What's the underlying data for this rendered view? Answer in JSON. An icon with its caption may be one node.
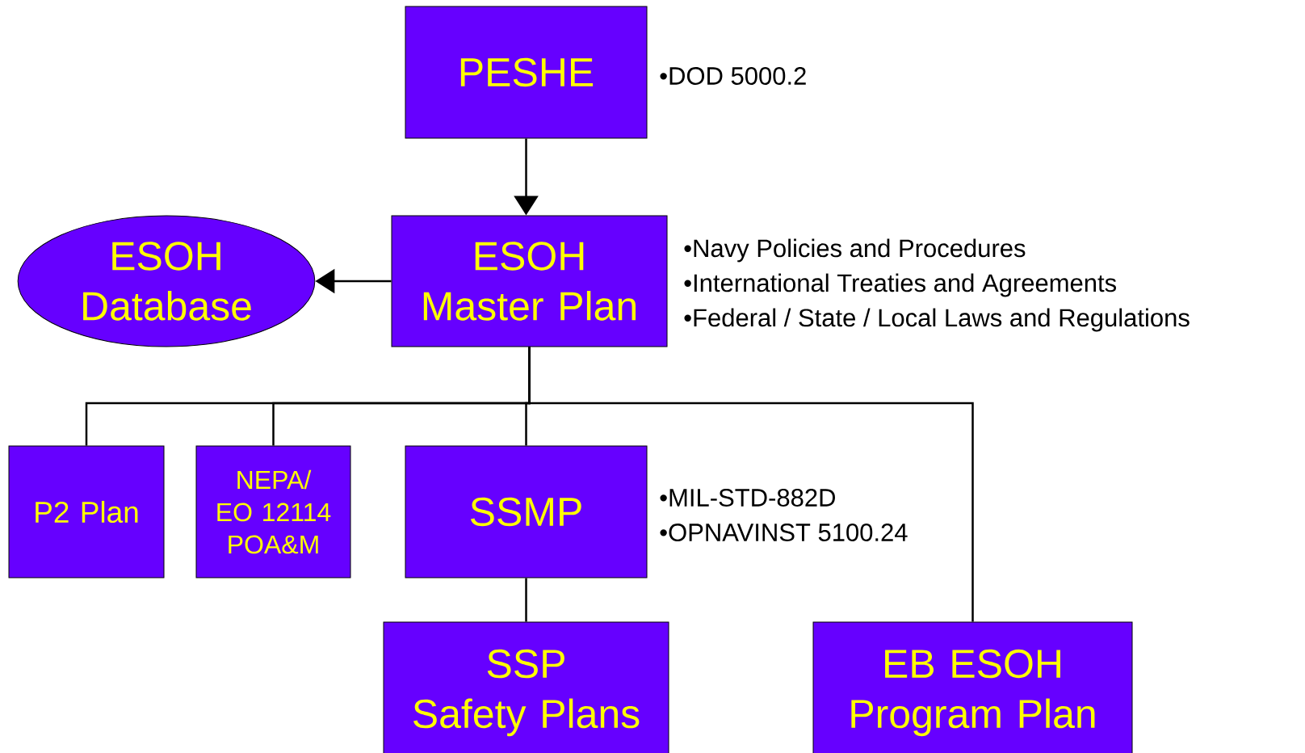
{
  "diagram": {
    "nodes": [
      {
        "text": [
          "PESHE"
        ],
        "beside": [
          "•DOD 5000.2"
        ]
      },
      {
        "text": [
          "ESOH Master Plan"
        ],
        "beside": [
          "•Navy Policies and Procedures",
          "•International Treaties and Agreements",
          "•Federal / State / Local Laws and Regulations"
        ]
      },
      {
        "text": [
          "ESOH Database"
        ]
      },
      {
        "text": [
          "P2 Plan"
        ]
      },
      {
        "text": [
          "NEPA/ EO 12114 POA&M"
        ]
      },
      {
        "text": [
          "SSMP"
        ],
        "beside": [
          "•MIL-STD-882D",
          "•OPNAVINST 5100.24"
        ]
      },
      {
        "text": [
          "SSP",
          "Safety Plans"
        ]
      },
      {
        "text": [
          "EB ESOH",
          "Program Plan"
        ]
      }
    ],
    "edges": [
      {
        "from": 0,
        "to": 1,
        "arrow": "to"
      },
      {
        "from": 1,
        "to": 2,
        "arrow": "to"
      },
      {
        "from": 1,
        "to": 3,
        "arrow": "none"
      },
      {
        "from": 1,
        "to": 4,
        "arrow": "none"
      },
      {
        "from": 1,
        "to": 5,
        "arrow": "none"
      },
      {
        "from": 1,
        "to": 7,
        "arrow": "none"
      },
      {
        "from": 5,
        "to": 6,
        "arrow": "none"
      }
    ]
  }
}
